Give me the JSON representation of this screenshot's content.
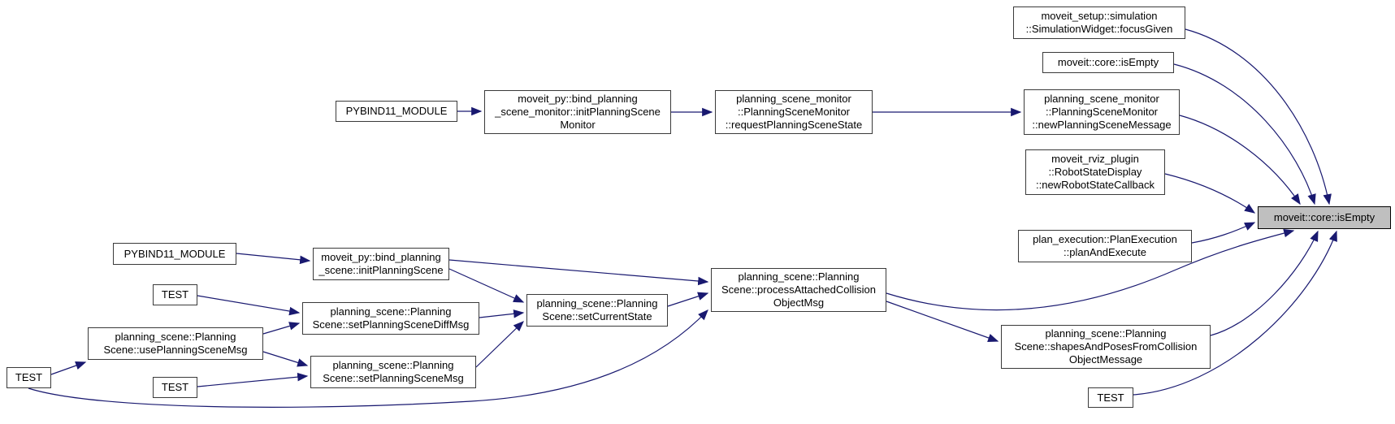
{
  "diagram": {
    "kind": "doxygen-caller-graph",
    "highlighted_symbol": "moveit::core::isEmpty",
    "colors": {
      "edge": "#191970",
      "node_border": "#3a3a3a",
      "highlight_fill": "#bfbfbf",
      "background": "#ffffff"
    },
    "nodes": {
      "pybind_module_top": {
        "label": "PYBIND11_MODULE"
      },
      "init_planning_scene_monitor": {
        "label": "moveit_py::bind_planning\n_scene_monitor::initPlanningScene\nMonitor"
      },
      "request_planning_scene_state": {
        "label": "planning_scene_monitor\n::PlanningSceneMonitor\n::requestPlanningSceneState"
      },
      "new_planning_scene_message": {
        "label": "planning_scene_monitor\n::PlanningSceneMonitor\n::newPlanningSceneMessage"
      },
      "simulation_widget_focus_given": {
        "label": "moveit_setup::simulation\n::SimulationWidget::focusGiven"
      },
      "moveit_core_is_empty_caller": {
        "label": "moveit::core::isEmpty"
      },
      "robot_state_display_callback": {
        "label": "moveit_rviz_plugin\n::RobotStateDisplay\n::newRobotStateCallback"
      },
      "moveit_core_is_empty_main": {
        "label": "moveit::core::isEmpty"
      },
      "plan_and_execute": {
        "label": "plan_execution::PlanExecution\n::planAndExecute"
      },
      "pybind_module_bottom": {
        "label": "PYBIND11_MODULE"
      },
      "init_planning_scene": {
        "label": "moveit_py::bind_planning\n_scene::initPlanningScene"
      },
      "test_diff": {
        "label": "TEST"
      },
      "set_planning_scene_diff_msg": {
        "label": "planning_scene::Planning\nScene::setPlanningSceneDiffMsg"
      },
      "use_planning_scene_msg": {
        "label": "planning_scene::Planning\nScene::usePlanningSceneMsg"
      },
      "set_planning_scene_msg": {
        "label": "planning_scene::Planning\nScene::setPlanningSceneMsg"
      },
      "test_msg": {
        "label": "TEST"
      },
      "test_use": {
        "label": "TEST"
      },
      "set_current_state": {
        "label": "planning_scene::Planning\nScene::setCurrentState"
      },
      "process_attached_collision_object_msg": {
        "label": "planning_scene::Planning\nScene::processAttachedCollision\nObjectMsg"
      },
      "shapes_and_poses_from_collision_object_message": {
        "label": "planning_scene::Planning\nScene::shapesAndPosesFromCollision\nObjectMessage"
      },
      "test_bottom_right": {
        "label": "TEST"
      }
    },
    "edges": [
      {
        "from": "pybind_module_top",
        "to": "init_planning_scene_monitor"
      },
      {
        "from": "init_planning_scene_monitor",
        "to": "request_planning_scene_state"
      },
      {
        "from": "request_planning_scene_state",
        "to": "new_planning_scene_message"
      },
      {
        "from": "new_planning_scene_message",
        "to": "moveit_core_is_empty_main"
      },
      {
        "from": "simulation_widget_focus_given",
        "to": "moveit_core_is_empty_main"
      },
      {
        "from": "moveit_core_is_empty_caller",
        "to": "moveit_core_is_empty_main"
      },
      {
        "from": "robot_state_display_callback",
        "to": "moveit_core_is_empty_main"
      },
      {
        "from": "plan_and_execute",
        "to": "moveit_core_is_empty_main"
      },
      {
        "from": "pybind_module_bottom",
        "to": "init_planning_scene"
      },
      {
        "from": "init_planning_scene",
        "to": "set_current_state"
      },
      {
        "from": "init_planning_scene",
        "to": "process_attached_collision_object_msg"
      },
      {
        "from": "test_diff",
        "to": "set_planning_scene_diff_msg"
      },
      {
        "from": "use_planning_scene_msg",
        "to": "set_planning_scene_diff_msg"
      },
      {
        "from": "use_planning_scene_msg",
        "to": "set_planning_scene_msg"
      },
      {
        "from": "test_msg",
        "to": "set_planning_scene_msg"
      },
      {
        "from": "test_use",
        "to": "use_planning_scene_msg"
      },
      {
        "from": "test_use",
        "to": "process_attached_collision_object_msg"
      },
      {
        "from": "set_planning_scene_diff_msg",
        "to": "set_current_state"
      },
      {
        "from": "set_planning_scene_msg",
        "to": "set_current_state"
      },
      {
        "from": "set_current_state",
        "to": "process_attached_collision_object_msg"
      },
      {
        "from": "process_attached_collision_object_msg",
        "to": "shapes_and_poses_from_collision_object_message"
      },
      {
        "from": "process_attached_collision_object_msg",
        "to": "moveit_core_is_empty_main"
      },
      {
        "from": "shapes_and_poses_from_collision_object_message",
        "to": "moveit_core_is_empty_main"
      },
      {
        "from": "test_bottom_right",
        "to": "moveit_core_is_empty_main"
      }
    ]
  }
}
